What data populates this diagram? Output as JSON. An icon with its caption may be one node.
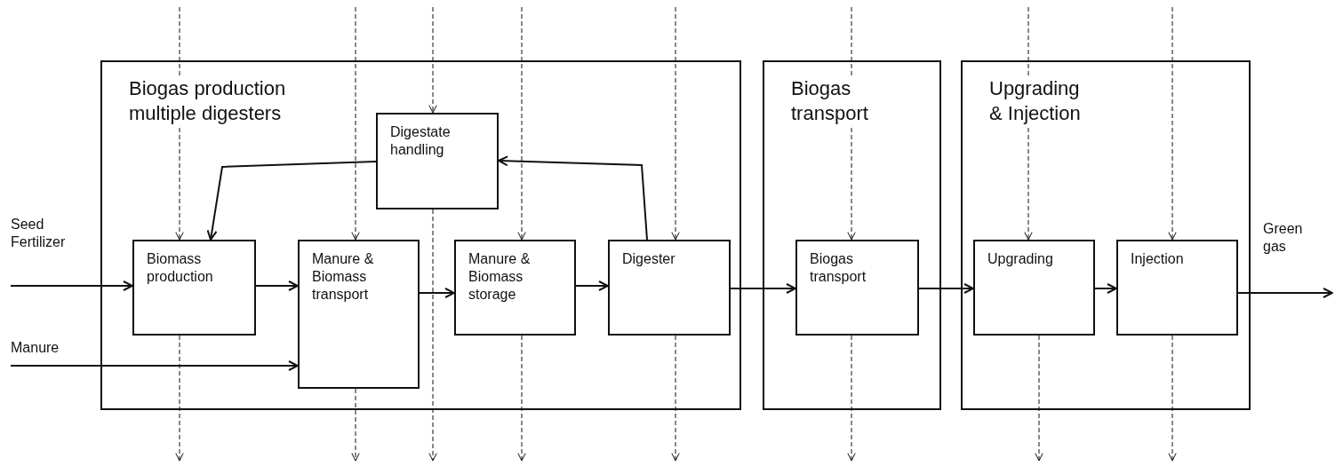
{
  "diagram": {
    "nodes": [
      {
        "text": [
          "Biogas production multiple digesters"
        ]
      },
      {
        "text": [
          "Digestate handling"
        ],
        "in": 0
      },
      {
        "text": [
          "Biomass production"
        ],
        "in": 0
      },
      {
        "text": [
          "Manure & Biomass transport"
        ],
        "in": 0
      },
      {
        "text": [
          "Manure & Biomass storage"
        ],
        "in": 0
      },
      {
        "text": [
          "Digester"
        ],
        "in": 0
      },
      {
        "text": [
          "Biogas transport"
        ]
      },
      {
        "text": [
          "Biogas transport"
        ],
        "in": 6
      },
      {
        "text": [
          "Upgrading & Injection"
        ]
      },
      {
        "text": [
          "Upgrading"
        ],
        "in": 8
      },
      {
        "text": [
          "Injection"
        ],
        "in": 8
      }
    ],
    "edges": [
      {
        "from": null,
        "to": 2,
        "arrow": "to",
        "label": "Seed Fertilizer"
      },
      {
        "from": null,
        "to": 3,
        "arrow": "to",
        "label": "Manure"
      },
      {
        "from": 2,
        "to": 3,
        "arrow": "to"
      },
      {
        "from": 3,
        "to": 4,
        "arrow": "to"
      },
      {
        "from": 4,
        "to": 5,
        "arrow": "to"
      },
      {
        "from": 5,
        "to": 7,
        "arrow": "to"
      },
      {
        "from": 7,
        "to": 9,
        "arrow": "to"
      },
      {
        "from": 9,
        "to": 10,
        "arrow": "to"
      },
      {
        "from": 10,
        "to": null,
        "arrow": "to",
        "label": "Green gas"
      },
      {
        "from": 1,
        "to": 2,
        "arrow": "to"
      },
      {
        "from": 5,
        "to": 1,
        "arrow": "to"
      },
      {
        "from": null,
        "to": 2,
        "arrow": "to",
        "style": "dashed"
      },
      {
        "from": 2,
        "to": null,
        "arrow": "to",
        "style": "dashed"
      },
      {
        "from": null,
        "to": 3,
        "arrow": "to",
        "style": "dashed"
      },
      {
        "from": 3,
        "to": null,
        "arrow": "to",
        "style": "dashed"
      },
      {
        "from": null,
        "to": 1,
        "arrow": "to",
        "style": "dashed"
      },
      {
        "from": 1,
        "to": null,
        "arrow": "to",
        "style": "dashed"
      },
      {
        "from": null,
        "to": 4,
        "arrow": "to",
        "style": "dashed"
      },
      {
        "from": 4,
        "to": null,
        "arrow": "to",
        "style": "dashed"
      },
      {
        "from": null,
        "to": 5,
        "arrow": "to",
        "style": "dashed"
      },
      {
        "from": 5,
        "to": null,
        "arrow": "to",
        "style": "dashed"
      },
      {
        "from": null,
        "to": 7,
        "arrow": "to",
        "style": "dashed"
      },
      {
        "from": 7,
        "to": null,
        "arrow": "to",
        "style": "dashed"
      },
      {
        "from": null,
        "to": 9,
        "arrow": "to",
        "style": "dashed"
      },
      {
        "from": 9,
        "to": null,
        "arrow": "to",
        "style": "dashed"
      },
      {
        "from": null,
        "to": 10,
        "arrow": "to",
        "style": "dashed"
      },
      {
        "from": 10,
        "to": null,
        "arrow": "to",
        "style": "dashed"
      }
    ]
  }
}
